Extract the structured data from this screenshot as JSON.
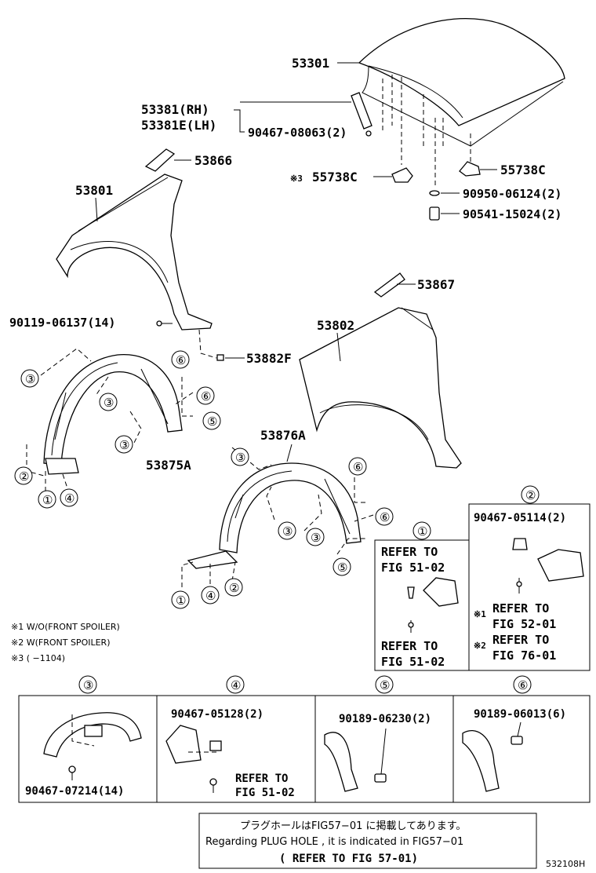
{
  "labels": {
    "hood": "53301",
    "hood_rh": "53381(RH)",
    "hood_lh": "53381E(LH)",
    "hood_bolt": "90467-08063(2)",
    "fender_seal_top": "53866",
    "fender_rh": "53801",
    "cushion_left": "55738C",
    "cushion_right": "55738C",
    "ring": "90950-06124(2)",
    "cushion_stud": "90541-15024(2)",
    "fender_seal_right": "53867",
    "fender_bolt": "90119-06137(14)",
    "fender_lh": "53802",
    "small_clip": "53882F",
    "liner_lower": "53876A",
    "liner_upper": "53875A",
    "sym3_mark": "※3"
  },
  "callout_numbers": {
    "c1": "①",
    "c2": "②",
    "c3": "③",
    "c4": "④",
    "c5": "⑤",
    "c6": "⑥"
  },
  "notes": {
    "n1": "※1 W/O(FRONT SPOILER)",
    "n2": "※2 W(FRONT SPOILER)",
    "n3": "※3 (        −1104)"
  },
  "detail_1": {
    "ref_a_1": "REFER TO",
    "ref_a_2": "FIG 51-02",
    "ref_b_1": "REFER TO",
    "ref_b_2": "FIG 51-02"
  },
  "detail_2": {
    "part": "90467-05114(2)",
    "mark1": "※1",
    "ref_a_1": "REFER TO",
    "ref_a_2": "FIG 52-01",
    "mark2": "※2",
    "ref_b_1": "REFER TO",
    "ref_b_2": "FIG 76-01"
  },
  "detail_3": {
    "part": "90467-07214(14)"
  },
  "detail_4": {
    "part": "90467-05128(2)",
    "ref_1": "REFER TO",
    "ref_2": "FIG 51-02"
  },
  "detail_5": {
    "part": "90189-06230(2)"
  },
  "detail_6": {
    "part": "90189-06013(6)"
  },
  "plug_note": {
    "jp": "プラグホールはFIG57−01 に掲載してあります。",
    "en": "Regarding PLUG HOLE , it is indicated in FIG57−01",
    "ref": "( REFER TO FIG 57-01)"
  },
  "figure_id": "532108H"
}
